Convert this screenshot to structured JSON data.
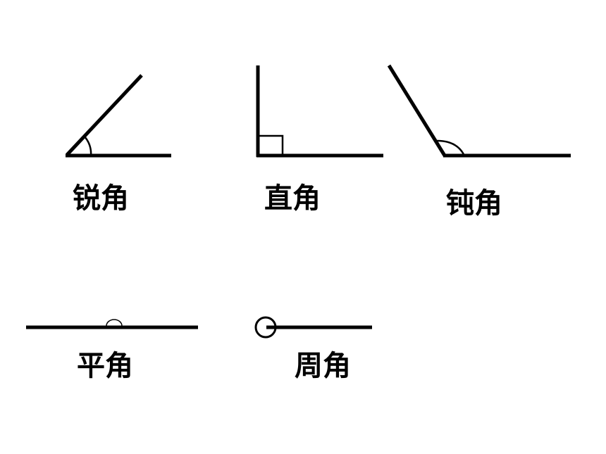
{
  "colors": {
    "background": "#ffffff",
    "stroke": "#000000"
  },
  "angles": [
    {
      "id": "acute",
      "label": "锐角"
    },
    {
      "id": "right",
      "label": "直角"
    },
    {
      "id": "obtuse",
      "label": "钝角"
    },
    {
      "id": "straight",
      "label": "平角"
    },
    {
      "id": "full",
      "label": "周角"
    }
  ]
}
